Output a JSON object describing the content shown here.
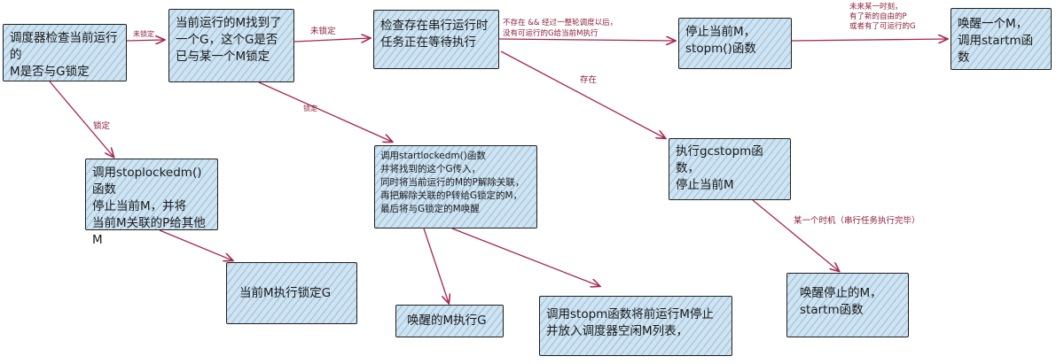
{
  "nodes": {
    "n1": "调度器检查当前运行的\nM是否与G锁定",
    "n2": "当前运行的M找到了\n一个G，这个G是否\n已与某一个M锁定",
    "n3": "检查存在串行运行时\n任务正在等待执行",
    "n4": "停止当前M，\nstopm()函数",
    "n5": "唤醒一个M，\n调用startm函数",
    "n6": "调用stoplockedm()函数\n停止当前M，并将\n当前M关联的P给其他M",
    "n7": "调用startlockedm()函数\n并将找到的这个G传入，\n同时将当前运行的M的P解除关联，\n再把解除关联的P转给G锁定的M，\n最后将与G锁定的M唤醒",
    "n8": "执行gcstopm函数，\n停止当前M",
    "n9": "当前M执行锁定G",
    "n10": "唤醒的M执行G",
    "n11": "调用stopm函数将前运行M停止\n并放入调度器空闲M列表，",
    "n12": "唤醒停止的M，\nstartm函数"
  },
  "edges": {
    "e1_2": "未锁定",
    "e2_3": "未锁定",
    "e3_4": "不存在  &&  经过一整轮调度以后，\n没有可运行的G给当前M执行",
    "e4_5": "未来某一时刻，\n有了新的自由的P\n或者有了可运行的G",
    "e3_8": "存在",
    "e1_6": "锁定",
    "e2_7": "锁定",
    "e8_12": "某一个时机（串行任务执行完毕）"
  },
  "colors": {
    "box_fill": "#cfe3f1",
    "box_hatch": "#78aacd",
    "box_border": "#1f1f1f",
    "arrow": "#a8264f",
    "label": "#8a1f3a"
  }
}
